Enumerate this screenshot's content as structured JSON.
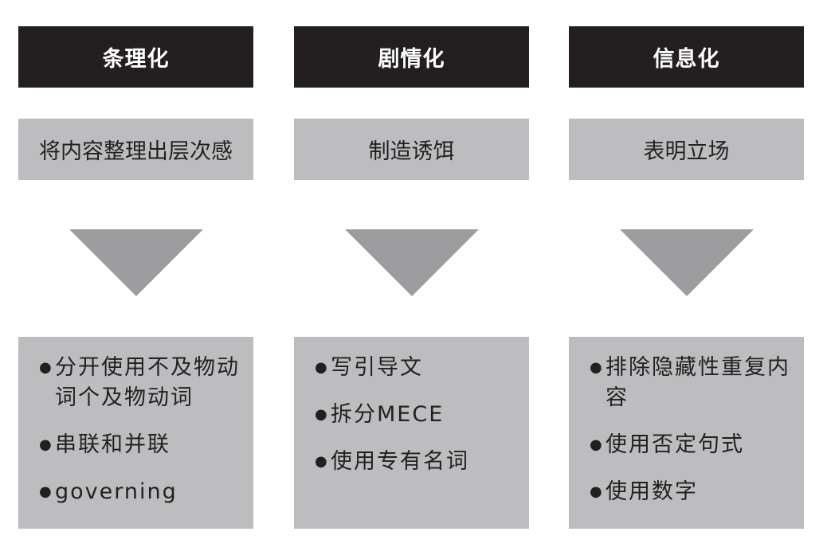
{
  "columns": [
    {
      "header": "条理化",
      "subtitle": "将内容整理出层次感",
      "items": [
        "分开使用不及物动词个及物动词",
        "串联和并联",
        "governing"
      ]
    },
    {
      "header": "剧情化",
      "subtitle": "制造诱饵",
      "items": [
        "写引导文",
        "拆分MECE",
        "使用专有名词"
      ]
    },
    {
      "header": "信息化",
      "subtitle": "表明立场",
      "items": [
        "排除隐藏性重复内容",
        "使用否定句式",
        "使用数字"
      ]
    }
  ],
  "bullet_symbol": "●",
  "colors": {
    "header_bg": "#231f20",
    "box_bg": "#bdbdc0",
    "arrow": "#9d9c9f"
  }
}
